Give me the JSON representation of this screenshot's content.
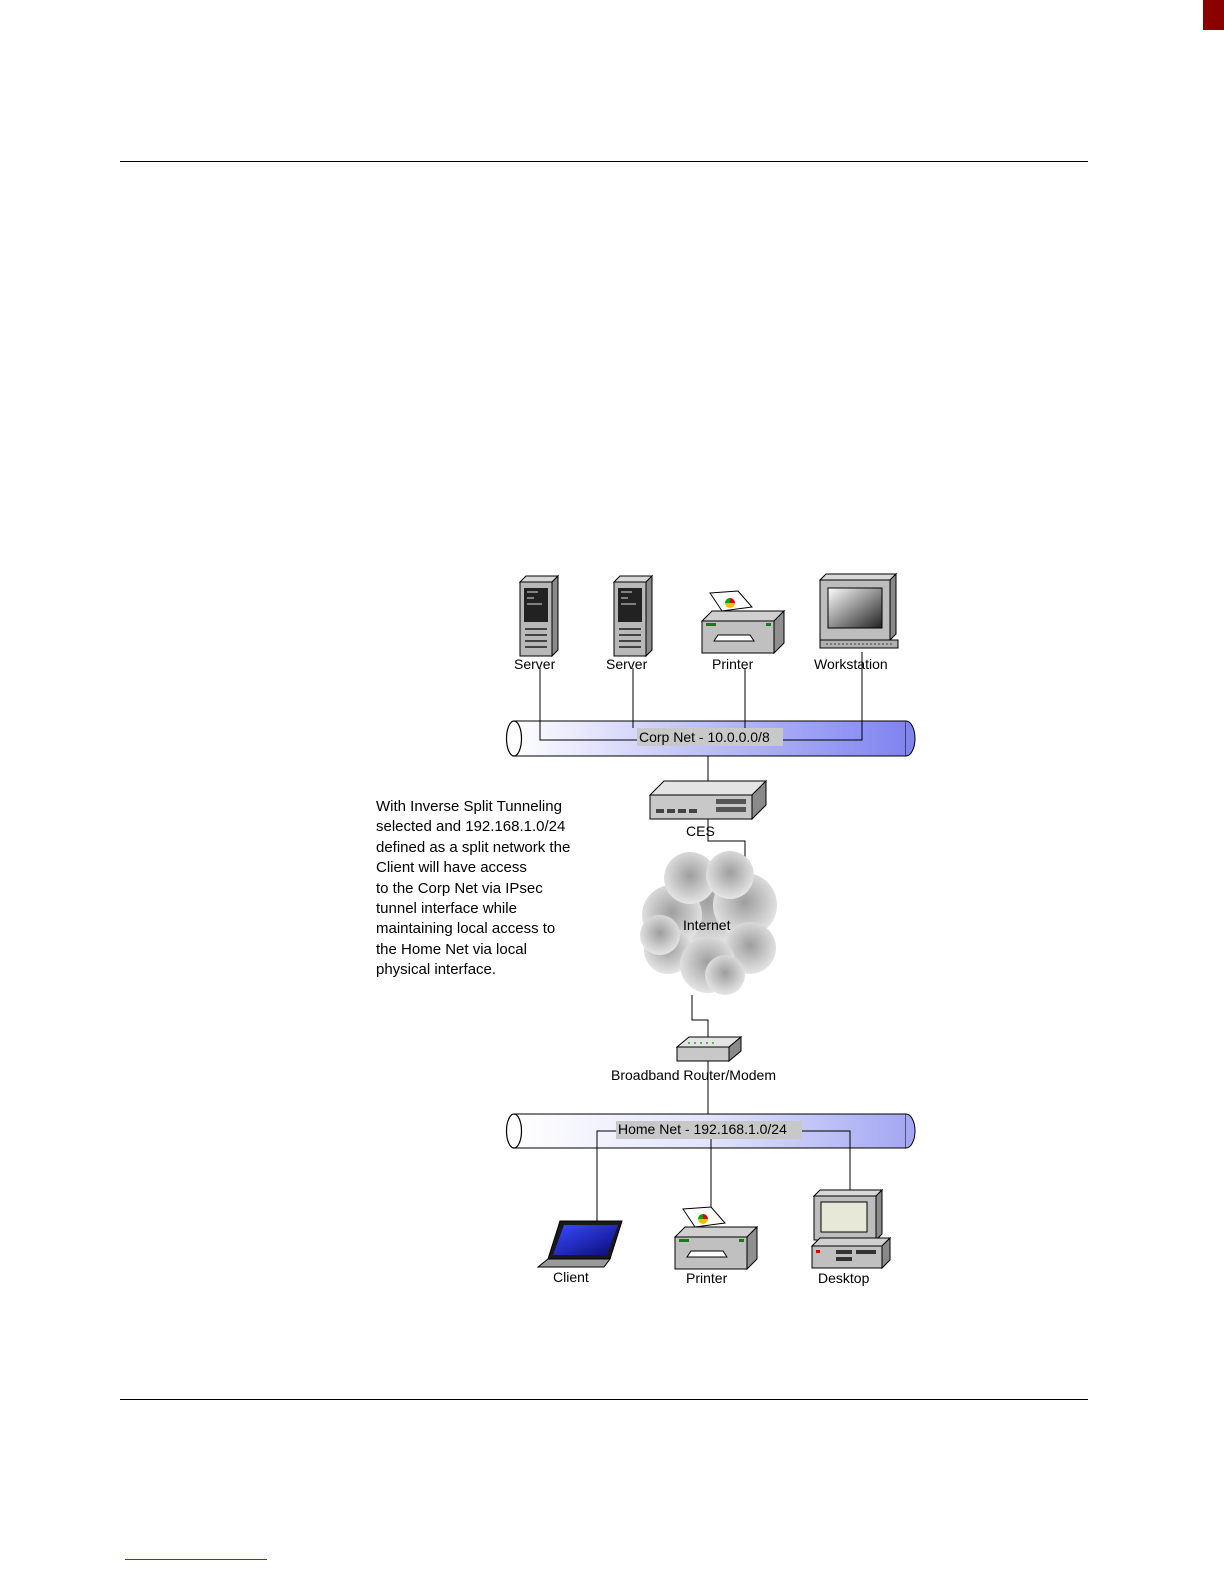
{
  "diagram": {
    "corp_net_label": "Corp Net - 10.0.0.0/8",
    "home_net_label": "Home Net - 192.168.1.0/24",
    "corp_devices": [
      {
        "id": "server-1",
        "label": "Server",
        "icon": "server-icon"
      },
      {
        "id": "server-2",
        "label": "Server",
        "icon": "server-icon"
      },
      {
        "id": "printer-corp",
        "label": "Printer",
        "icon": "printer-icon"
      },
      {
        "id": "workstation",
        "label": "Workstation",
        "icon": "workstation-icon"
      }
    ],
    "ces_label": "CES",
    "internet_label": "Internet",
    "router_label": "Broadband Router/Modem",
    "home_devices": [
      {
        "id": "client",
        "label": "Client",
        "icon": "laptop-icon"
      },
      {
        "id": "printer-home",
        "label": "Printer",
        "icon": "printer-icon"
      },
      {
        "id": "desktop",
        "label": "Desktop",
        "icon": "desktop-icon"
      }
    ],
    "note_text": "With Inverse Split Tunneling\nselected and 192.168.1.0/24\ndefined as a split network the\nClient will have access\nto the Corp Net via IPsec\ntunnel interface while\nmaintaining local access to\nthe Home Net via local\nphysical interface.",
    "colors": {
      "corp_pipe": "#8a8ef4",
      "home_pipe": "#c4c6f6",
      "label_box": "#c8c8c8",
      "page_tab": "#8b0000"
    }
  }
}
